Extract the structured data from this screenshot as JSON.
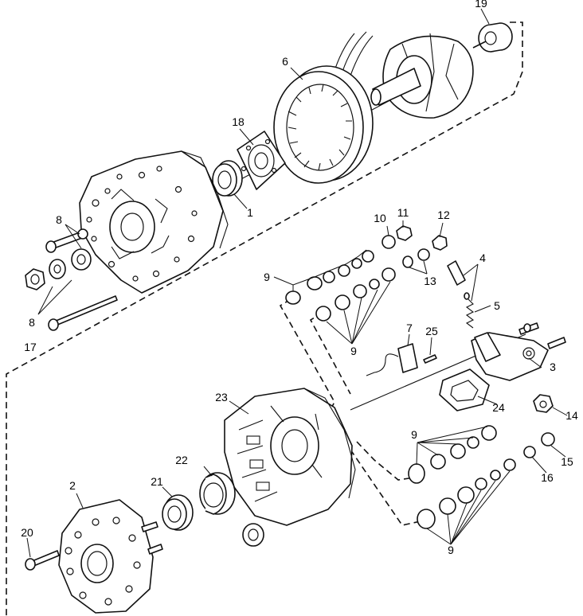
{
  "diagram": {
    "callouts": [
      "19",
      "6",
      "18",
      "1",
      "8",
      "8",
      "17",
      "10",
      "11",
      "12",
      "4",
      "9",
      "13",
      "5",
      "9",
      "7",
      "25",
      "3",
      "23",
      "24",
      "14",
      "9",
      "22",
      "21",
      "15",
      "16",
      "2",
      "20",
      "9"
    ]
  }
}
